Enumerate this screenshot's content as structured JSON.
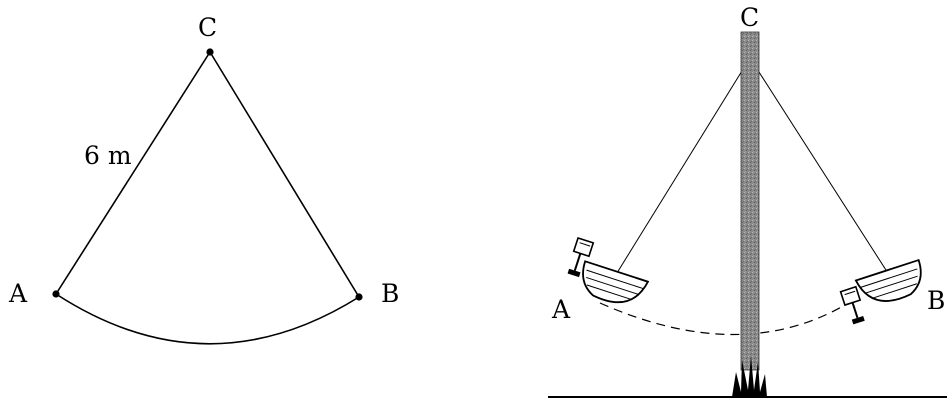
{
  "left_figure": {
    "point_c": "C",
    "point_a": "A",
    "point_b": "B",
    "length_label": "6 m"
  },
  "right_figure": {
    "point_c": "C",
    "point_a": "A",
    "point_b": "B"
  },
  "colors": {
    "ink": "#000000",
    "pole_fill": "#7f7f7f",
    "boat_fill": "#ffffff"
  },
  "icons": {
    "pole": "pole-icon",
    "boat": "swing-boat-icon",
    "grass": "grass-icon"
  }
}
